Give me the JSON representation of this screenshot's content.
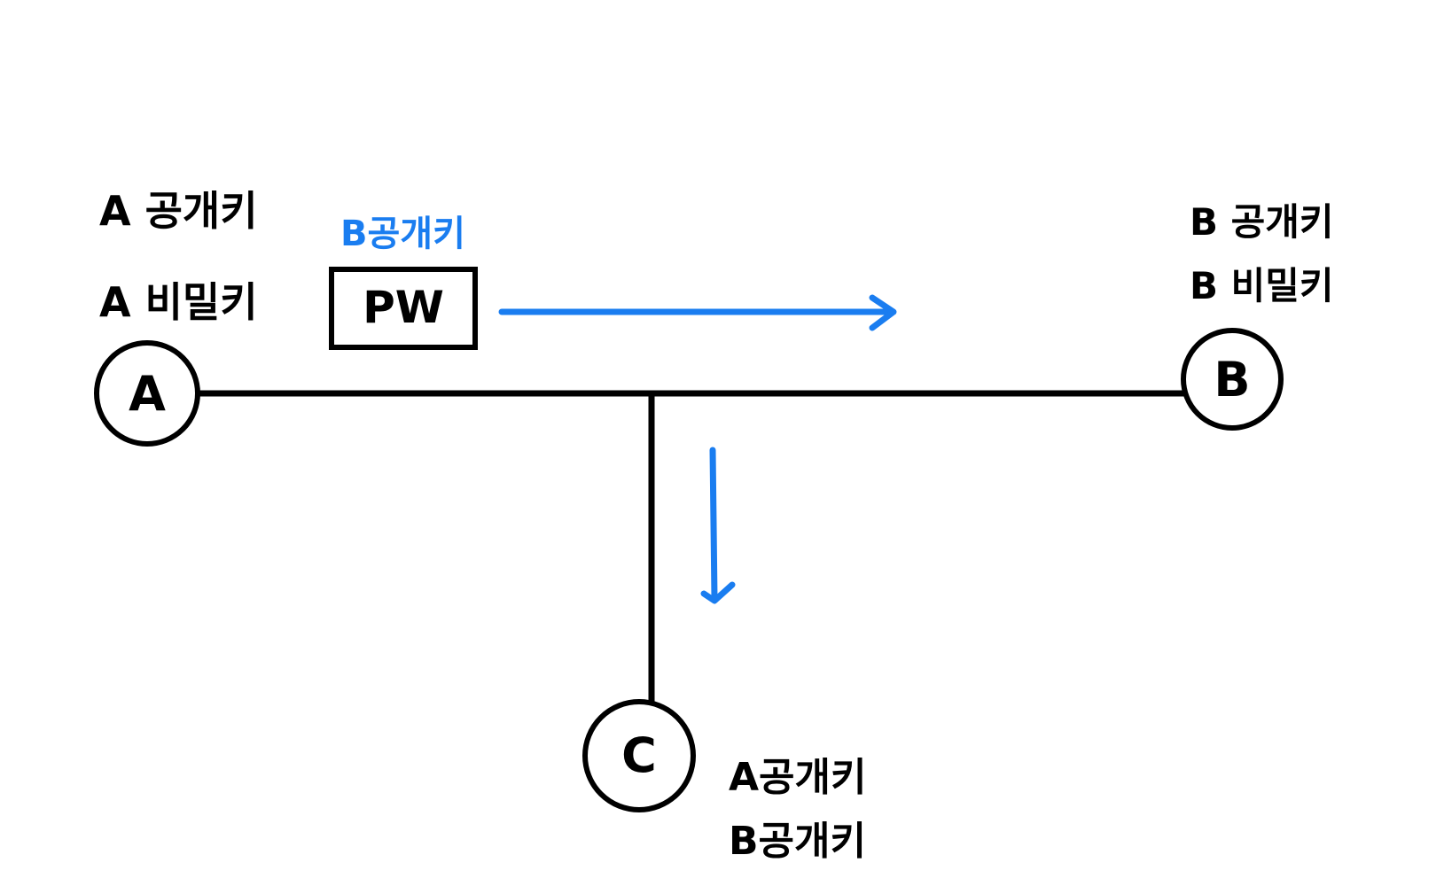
{
  "nodes": {
    "a": {
      "letter": "A",
      "keys": [
        "A 공개키",
        "A 비밀키"
      ]
    },
    "b": {
      "letter": "B",
      "keys": [
        "B 공개키",
        "B 비밀키"
      ]
    },
    "c": {
      "letter": "C",
      "keys": [
        "A공개키",
        "B공개키"
      ]
    }
  },
  "packet": {
    "label": "B공개키",
    "content": "PW"
  },
  "colors": {
    "ink": "#000000",
    "accent": "#1a7df0",
    "background": "#ffffff"
  }
}
